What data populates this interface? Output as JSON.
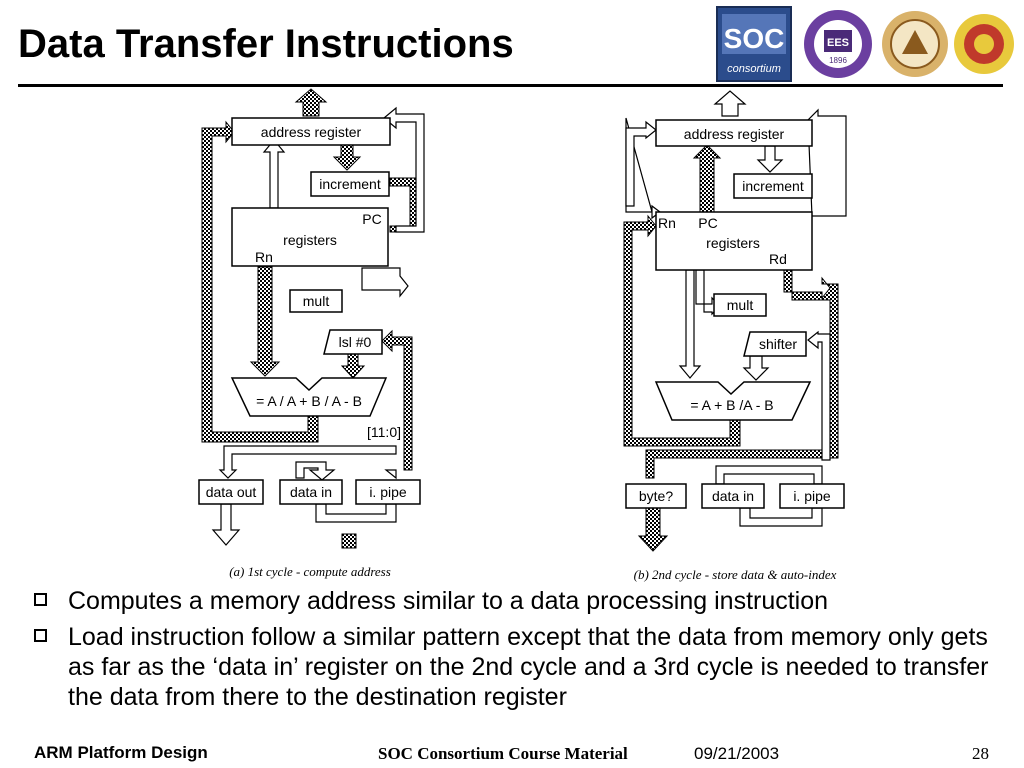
{
  "slide": {
    "title": "Data Transfer Instructions",
    "bullets": [
      "Computes a memory address similar to a data processing instruction",
      "Load instruction follow a similar pattern except that the data from memory only gets as far as the ‘data in’ register on the 2nd cycle and a 3rd cycle is needed to transfer the data from there to the destination register"
    ]
  },
  "logos": {
    "soc": {
      "line1": "SOC",
      "line2": "consortium"
    },
    "ees": {
      "text": "EES",
      "year": "1896"
    }
  },
  "diagram_a": {
    "address_register": "address register",
    "increment": "increment",
    "pc": "PC",
    "registers": "registers",
    "rn": "Rn",
    "mult": "mult",
    "lsl": "lsl #0",
    "alu": "= A / A + B / A - B",
    "bits": "[11:0]",
    "data_out": "data out",
    "data_in": "data in",
    "i_pipe": "i. pipe",
    "caption": "(a) 1st cycle - compute address"
  },
  "diagram_b": {
    "address_register": "address register",
    "increment": "increment",
    "rn": "Rn",
    "pc": "PC",
    "registers": "registers",
    "rd": "Rd",
    "mult": "mult",
    "shifter": "shifter",
    "alu": "= A + B /A - B",
    "byte": "byte?",
    "data_in": "data in",
    "i_pipe": "i. pipe",
    "caption": "(b) 2nd cycle - store data & auto-index"
  },
  "footer": {
    "left": "ARM Platform Design",
    "middle": "SOC Consortium Course Material",
    "date": "09/21/2003",
    "page": "28"
  }
}
